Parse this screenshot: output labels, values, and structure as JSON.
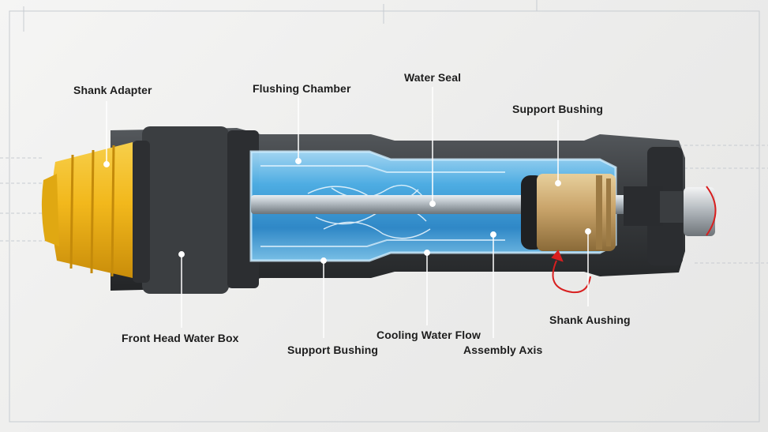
{
  "labels": {
    "shank_adapter": "Shank Adapter",
    "flushing_chamber": "Flushing Chamber",
    "water_seal": "Water Seal",
    "support_bushing_top": "Support Bushing",
    "front_head_water_box": "Front Head Water Box",
    "support_bushing_bottom": "Support Bushing",
    "cooling_water_flow": "Cooling Water Flow",
    "assembly_axis": "Assembly Axis",
    "shank_aushing": "Shank Aushing"
  },
  "colors": {
    "housing": "#3a3d40",
    "cap": "#f2b81c",
    "water": "#4fb6f0",
    "bushing": "#c9a46a",
    "rotation_arrow": "#d81f1f"
  }
}
